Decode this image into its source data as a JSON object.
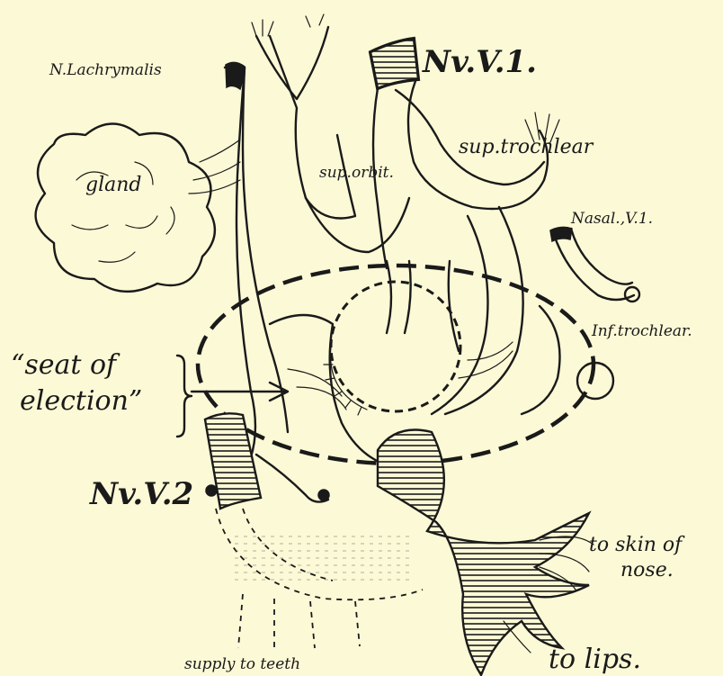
{
  "labels": {
    "lacrimal": "N.Lachrymalis",
    "nv1": "Nv.V.1.",
    "gland": "gland",
    "sup_orbit": "sup.orbit.",
    "sup_trochlear": "sup.trochlear",
    "nasal": "Nasal.,V.1.",
    "inf_trochlear": "Inf.trochlear.",
    "seat_line1": "“seat of",
    "seat_line2": "election”",
    "nv2": "Nv.V.2",
    "to_skin_1": "to skin of",
    "to_skin_2": "nose.",
    "supply_teeth": "supply to teeth",
    "to_lips": "to lips."
  }
}
